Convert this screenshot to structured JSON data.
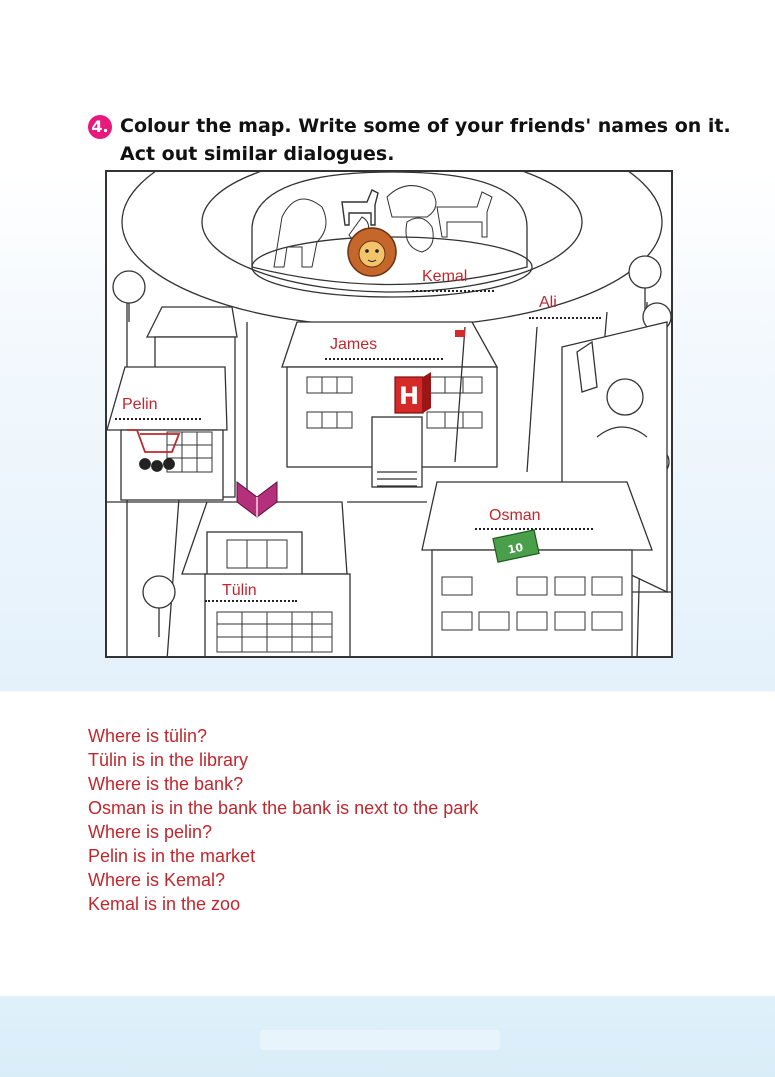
{
  "exercise": {
    "number": "4.",
    "line1": "Colour the map. Write some of your friends' names on it.",
    "line2": "Act out similar dialogues."
  },
  "map": {
    "labels": {
      "kemal": "Kemal",
      "ali": "Ali",
      "james": "James",
      "pelin": "Pelin",
      "osman": "Osman",
      "tulin": "Tülin"
    },
    "hospital_letter": "H",
    "money_value": "10"
  },
  "dialogue": [
    "Where is tülin?",
    "Tülin is in the library",
    "Where is the bank?",
    "Osman is in the bank the bank is next to the park",
    "Where is pelin?",
    "Pelin is in the market",
    "Where is Kemal?",
    "Kemal is in the zoo"
  ],
  "colors": {
    "accent": "#e8197d",
    "handwriting": "#c0272d",
    "hospital": "#d62a2a",
    "money": "#3f9a3f"
  }
}
